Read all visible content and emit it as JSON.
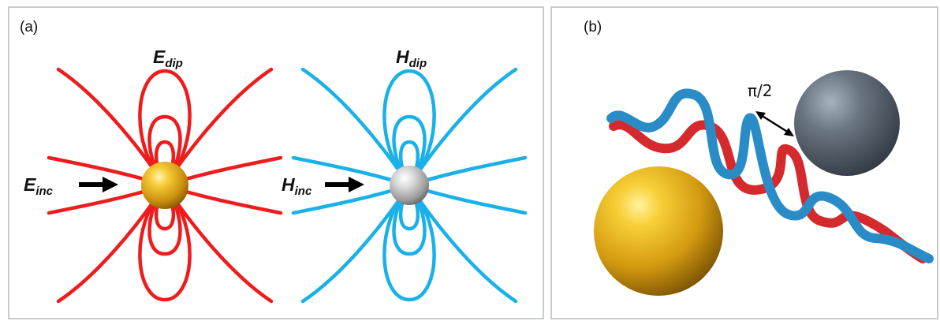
{
  "panel_a": {
    "label": "(a)",
    "e_dip": {
      "symbol": "E",
      "subscript": "dip"
    },
    "h_dip": {
      "symbol": "H",
      "subscript": "dip"
    },
    "e_inc": {
      "symbol": "E",
      "subscript": "inc"
    },
    "h_inc": {
      "symbol": "H",
      "subscript": "inc"
    }
  },
  "panel_b": {
    "label": "(b)",
    "phase_label": "π/2"
  },
  "colors": {
    "electric": "#ee1c1c",
    "magnetic": "#1ab0e8",
    "gold": "#d9a31a",
    "silver": "#b8b8b8",
    "dark_sphere": "#4e5a66",
    "border": "#c9cccf"
  }
}
